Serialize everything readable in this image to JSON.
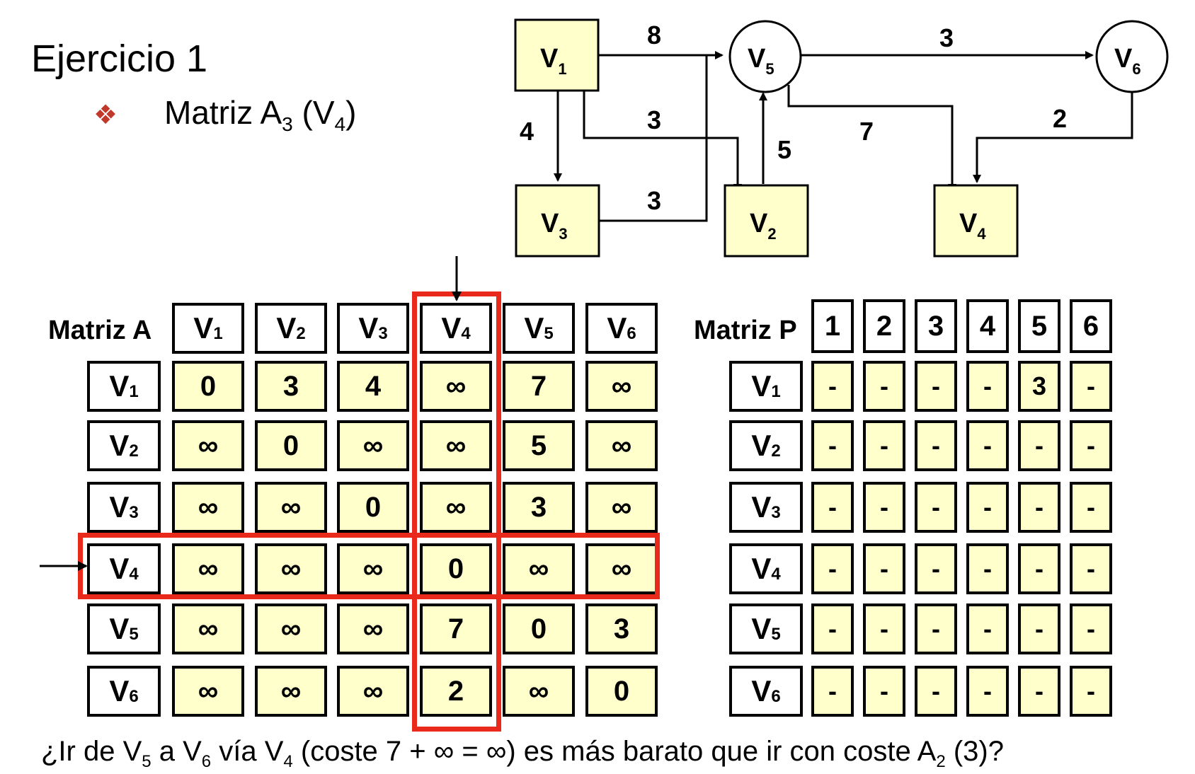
{
  "title": "Ejercicio 1",
  "bullet_icon": "diamond-bullet-icon",
  "subtitle": {
    "prefix": "Matriz A",
    "sub": "3",
    "rest": " (V",
    "sub2": "4",
    "close": ")"
  },
  "colors": {
    "cell_fill": "#ffffcc",
    "highlight": "#e8291c",
    "bullet": "#c0392b"
  },
  "graph": {
    "nodes": [
      {
        "id": "V1",
        "label": "V",
        "sub": "1",
        "shape": "square"
      },
      {
        "id": "V5",
        "label": "V",
        "sub": "5",
        "shape": "circle"
      },
      {
        "id": "V6",
        "label": "V",
        "sub": "6",
        "shape": "circle"
      },
      {
        "id": "V3",
        "label": "V",
        "sub": "3",
        "shape": "square"
      },
      {
        "id": "V2",
        "label": "V",
        "sub": "2",
        "shape": "square"
      },
      {
        "id": "V4",
        "label": "V",
        "sub": "4",
        "shape": "square"
      }
    ],
    "edges": [
      {
        "from": "V1",
        "to": "V5",
        "weight": "8"
      },
      {
        "from": "V5",
        "to": "V6",
        "weight": "3"
      },
      {
        "from": "V1",
        "to": "V3",
        "weight": "4"
      },
      {
        "from": "V1",
        "to": "V2",
        "weight": "3"
      },
      {
        "from": "V3",
        "to": "V5",
        "weight": "3"
      },
      {
        "from": "V2",
        "to": "V5",
        "weight": "5"
      },
      {
        "from": "V5",
        "to": "V4",
        "weight": "7"
      },
      {
        "from": "V6",
        "to": "V4",
        "weight": "2"
      }
    ]
  },
  "matrixA": {
    "label": "Matriz A",
    "headers": [
      [
        "V",
        "1"
      ],
      [
        "V",
        "2"
      ],
      [
        "V",
        "3"
      ],
      [
        "V",
        "4"
      ],
      [
        "V",
        "5"
      ],
      [
        "V",
        "6"
      ]
    ],
    "rows": [
      {
        "label": [
          "V",
          "1"
        ],
        "values": [
          "0",
          "3",
          "4",
          "∞",
          "7",
          "∞"
        ]
      },
      {
        "label": [
          "V",
          "2"
        ],
        "values": [
          "∞",
          "0",
          "∞",
          "∞",
          "5",
          "∞"
        ]
      },
      {
        "label": [
          "V",
          "3"
        ],
        "values": [
          "∞",
          "∞",
          "0",
          "∞",
          "3",
          "∞"
        ]
      },
      {
        "label": [
          "V",
          "4"
        ],
        "values": [
          "∞",
          "∞",
          "∞",
          "0",
          "∞",
          "∞"
        ]
      },
      {
        "label": [
          "V",
          "5"
        ],
        "values": [
          "∞",
          "∞",
          "∞",
          "7",
          "0",
          "3"
        ]
      },
      {
        "label": [
          "V",
          "6"
        ],
        "values": [
          "∞",
          "∞",
          "∞",
          "2",
          "∞",
          "0"
        ]
      }
    ],
    "highlight_row": 3,
    "highlight_col": 3
  },
  "matrixP": {
    "label": "Matriz P",
    "headers": [
      "1",
      "2",
      "3",
      "4",
      "5",
      "6"
    ],
    "rows": [
      {
        "label": [
          "V",
          "1"
        ],
        "values": [
          "-",
          "-",
          "-",
          "-",
          "3",
          "-"
        ]
      },
      {
        "label": [
          "V",
          "2"
        ],
        "values": [
          "-",
          "-",
          "-",
          "-",
          "-",
          "-"
        ]
      },
      {
        "label": [
          "V",
          "3"
        ],
        "values": [
          "-",
          "-",
          "-",
          "-",
          "-",
          "-"
        ]
      },
      {
        "label": [
          "V",
          "4"
        ],
        "values": [
          "-",
          "-",
          "-",
          "-",
          "-",
          "-"
        ]
      },
      {
        "label": [
          "V",
          "5"
        ],
        "values": [
          "-",
          "-",
          "-",
          "-",
          "-",
          "-"
        ]
      },
      {
        "label": [
          "V",
          "6"
        ],
        "values": [
          "-",
          "-",
          "-",
          "-",
          "-",
          "-"
        ]
      }
    ]
  },
  "question": {
    "parts": [
      "¿Ir de V",
      "5",
      " a V",
      "6",
      " vía V",
      "4",
      " (coste 7 + ∞ = ∞) es más barato que ir con coste A",
      "2",
      " (3)?"
    ]
  }
}
